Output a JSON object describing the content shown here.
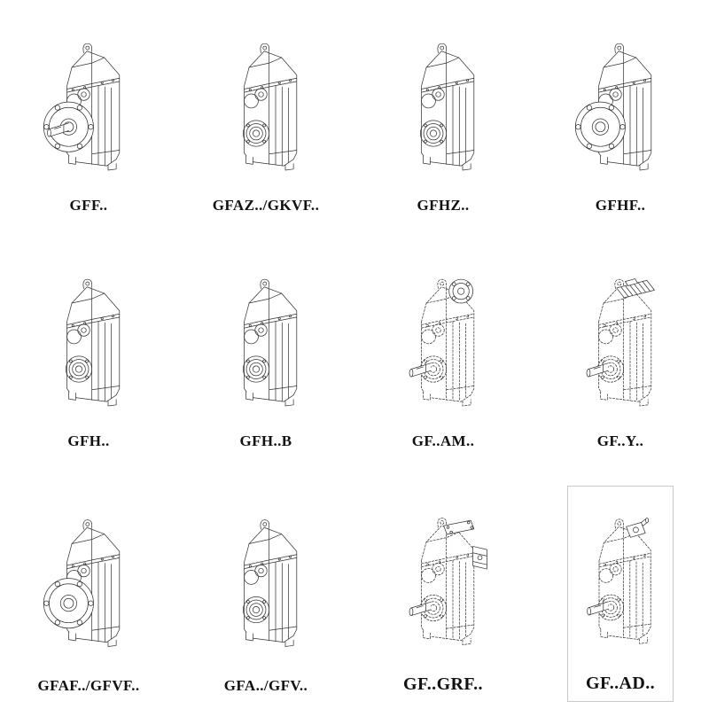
{
  "page": {
    "background": "#ffffff",
    "line_color": "#333333"
  },
  "items": [
    {
      "label": "GFF..",
      "drawing": "gearbox-solid-output-flange-with-shaft"
    },
    {
      "label": "GFAZ../GKVF..",
      "drawing": "gearbox-solid-hollow-shaft"
    },
    {
      "label": "GFHZ..",
      "drawing": "gearbox-solid-hollow-shaft"
    },
    {
      "label": "GFHF..",
      "drawing": "gearbox-solid-output-flange"
    },
    {
      "label": "GFH..",
      "drawing": "gearbox-solid-hollow-shaft"
    },
    {
      "label": "GFH..B",
      "drawing": "gearbox-solid-hollow-shaft"
    },
    {
      "label": "GF..AM..",
      "drawing": "gearbox-phantom-input-flange-adapter"
    },
    {
      "label": "GF..Y..",
      "drawing": "gearbox-phantom-mounted-motor"
    },
    {
      "label": "GFAF../GFVF..",
      "drawing": "gearbox-solid-output-flange"
    },
    {
      "label": "GFA../GFV..",
      "drawing": "gearbox-solid-hollow-shaft"
    },
    {
      "label": "GF..GRF..",
      "drawing": "gearbox-phantom-input-flange-side-unit"
    },
    {
      "label": "GF..AD..",
      "drawing": "gearbox-phantom-input-shaft-adapter"
    }
  ]
}
